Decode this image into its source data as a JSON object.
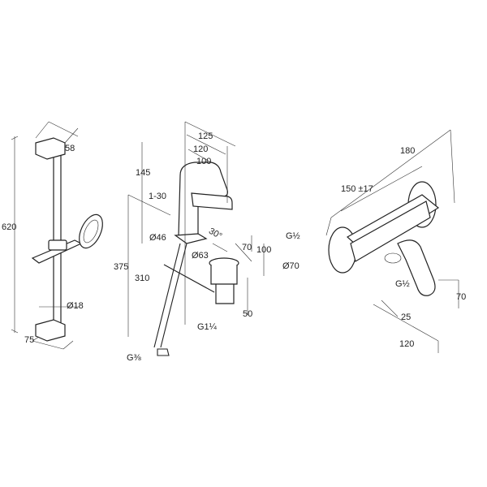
{
  "shower_rail": {
    "width": "58",
    "height": "620",
    "rail_diameter": "Ø18",
    "projection": "75"
  },
  "basin_mixer": {
    "depth_125": "125",
    "depth_120": "120",
    "depth_100": "100",
    "height_145": "145",
    "adjust": "1-30",
    "body_diameter": "Ø46",
    "angle": "30°",
    "height_70": "70",
    "height_100": "100",
    "waste_diameter": "Ø63",
    "total_height": "375",
    "hose_length": "310",
    "waste_height": "50",
    "waste_thread": "G1¼",
    "supply_thread": "G⅜"
  },
  "shower_mixer": {
    "width": "180",
    "centres": "150 ±17",
    "inlet_thread": "G½",
    "escutcheon_diameter": "Ø70",
    "outlet_thread": "G½",
    "height": "70",
    "offset": "25",
    "depth": "120"
  }
}
